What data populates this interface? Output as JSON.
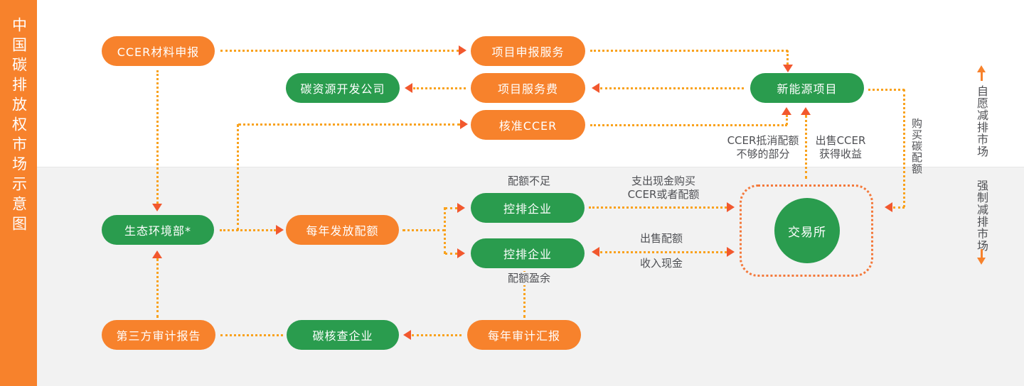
{
  "colors": {
    "orange": "#F7822C",
    "green": "#2A9C4E",
    "line": "#F9A21D",
    "arrow": "#F2582E",
    "bg-bottom": "#F2F2F2",
    "text": "#4F5054"
  },
  "sidebar": {
    "title": "中国碳排放权市场示意图"
  },
  "nodes": {
    "ccer_material": {
      "label": "CCER材料申报"
    },
    "project_apply_service": {
      "label": "项目申报服务"
    },
    "carbon_dev_company": {
      "label": "碳资源开发公司"
    },
    "project_service_fee": {
      "label": "项目服务费"
    },
    "new_energy_project": {
      "label": "新能源项目"
    },
    "approved_ccer": {
      "label": "核准CCER"
    },
    "ministry_ecology": {
      "label": "生态环境部*"
    },
    "annual_quota_issue": {
      "label": "每年发放配额"
    },
    "controlled_enterprise_short": {
      "label": "控排企业"
    },
    "controlled_enterprise_surplus": {
      "label": "控排企业"
    },
    "exchange": {
      "label": "交易所"
    },
    "third_party_audit_report": {
      "label": "第三方审计报告"
    },
    "carbon_verification_company": {
      "label": "碳核查企业"
    },
    "annual_audit_report": {
      "label": "每年审计汇报"
    }
  },
  "edge_labels": {
    "quota_shortage": "配额不足",
    "quota_surplus": "配额盈余",
    "pay_cash_line1": "支出现金购买",
    "pay_cash_line2": "CCER或者配额",
    "sell_quota": "出售配额",
    "income_cash": "收入现金",
    "ccer_offset_line1": "CCER抵消配额",
    "ccer_offset_line2": "不够的部分",
    "sell_ccer_line1": "出售CCER",
    "sell_ccer_line2": "获得收益",
    "buy_carbon_quota": "购买碳配额"
  },
  "markets": {
    "voluntary": {
      "label": "自愿减排市场"
    },
    "mandatory": {
      "label": "强制减排市场"
    }
  }
}
